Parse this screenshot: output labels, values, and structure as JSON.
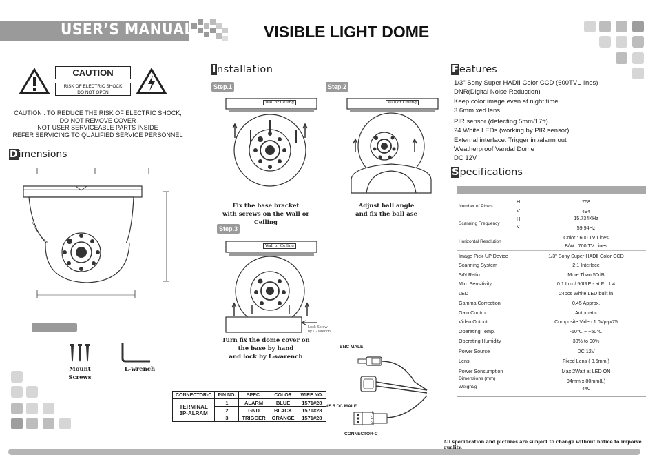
{
  "header": {
    "banner_text": "USER’S MANUAL",
    "title": "VISIBLE LIGHT DOME"
  },
  "caution": {
    "label": "CAUTION",
    "risk_line1": "RISK OF ELECTRIC SHOCK",
    "risk_line2": "DO NOT OPEN",
    "lines": [
      "CAUTION : TO REDUCE THE RISK OF ELECTRIC SHOCK,",
      "DO NOT REMOVE COVER",
      "NOT USER SERVICEABLE PARTS INSIDE",
      "REFER SERVICING TO QUALIFIED SERVICE PERSONNEL"
    ]
  },
  "dimensions": {
    "letter": "D",
    "rest": "imensions"
  },
  "accessories": {
    "screws": "Mount Screws",
    "wrench": "L-wrench"
  },
  "installation": {
    "letter": "I",
    "rest": "nstallation",
    "step1": "Step.1",
    "step2": "Step.2",
    "step3": "Step.3",
    "wall_label": "Wall or Ceiling",
    "cap1_l1": "Fix the base bracket",
    "cap1_l2": "with screws on the Wall or Ceiling",
    "cap2_l1": "Adjust ball angle",
    "cap2_l2": "and fix the ball   ase",
    "cap3_l1": "Turn fix the dome cover on",
    "cap3_l2": "the base by hand",
    "cap3_l3": "and lock by L-warench",
    "lock_screw_l1": "Lock Screw",
    "lock_screw_l2": "by L - wrench"
  },
  "cable": {
    "bnc": "BNC MALE",
    "dc": "#5.5 DC MALE",
    "connector": "CONNECTOR-C",
    "pins": [
      "1",
      "2",
      "3"
    ]
  },
  "connector_table": {
    "headers": [
      "CONNECTOR-C",
      "PIN NO.",
      "SPEC.",
      "COLOR",
      "WIRE NO."
    ],
    "label_l1": "TERMINAL",
    "label_l2": "3P-ALRAM",
    "rows": [
      [
        "1",
        "ALARM",
        "BLUE",
        "1571#28"
      ],
      [
        "2",
        "GND",
        "BLACK",
        "1571#28"
      ],
      [
        "3",
        "TRIGGER",
        "ORANGE",
        "1571#28"
      ]
    ]
  },
  "features": {
    "letter": "F",
    "rest": "eatures",
    "items": [
      "1/3\" Sony Super HADII Color CCD (600TVL lines)",
      "DNR(Digital Noise Reduction)",
      "Keep color image even at night time",
      "3.6mm xed lens",
      "PIR sensor (detecting 5mm/17ft)",
      "24 White LEDs (working by PIR sensor)",
      "External interface: Trigger in /alarm out",
      "Weatherproof Vandal Dome",
      "DC 12V"
    ]
  },
  "specifications": {
    "letter": "S",
    "rest": "pecifications",
    "pixels_label": "Number of Pixels",
    "pixels": [
      [
        "H",
        "768"
      ],
      [
        "V",
        "494"
      ]
    ],
    "freq_label": "Scanning Frequency",
    "freq": [
      [
        "H",
        "15.734KHz"
      ],
      [
        "V",
        "59.94Hz"
      ]
    ],
    "res_label": "Horizontal Resolution",
    "res_l1": "Color : 600  TV Lines",
    "res_l2": "B/W : 700  TV Lines",
    "rows": [
      [
        "Image Pick-UP Device",
        "1/3\" Sony Super HADⅡ Color CCD"
      ],
      [
        "Scanning System",
        "2:1 Interlace"
      ],
      [
        "S/N Ratio",
        "More Than 50dB"
      ],
      [
        "Min. Sensitivity",
        "0.1 Lux / 50IRE  - at F : 1.4"
      ],
      [
        "LED",
        "24pcs White LED built in"
      ],
      [
        "Gamma Correction",
        "0.45 Approx."
      ],
      [
        "Gain Control",
        "Automatic"
      ],
      [
        "Video Output",
        "Composite Video 1.0Vp-p/75"
      ],
      [
        "Operating Temp.",
        "-10℃ ~ +50℃"
      ],
      [
        "Operating Humidity",
        "30% to 90%"
      ],
      [
        "Power Source",
        "DC 12V"
      ],
      [
        "Lens",
        "Fixed Lens ( 3.6mm )"
      ],
      [
        "Power Sonsumption",
        "Max 2Watt at LED ON"
      ]
    ],
    "dim_label": "Dimensions (mm)",
    "weight_label": "Weight/g",
    "dim_value": "94mm x 80mm(L)",
    "weight_value": "440"
  },
  "footer": {
    "note": "All specification and pictures are subject to change without notice to imporve quality."
  }
}
